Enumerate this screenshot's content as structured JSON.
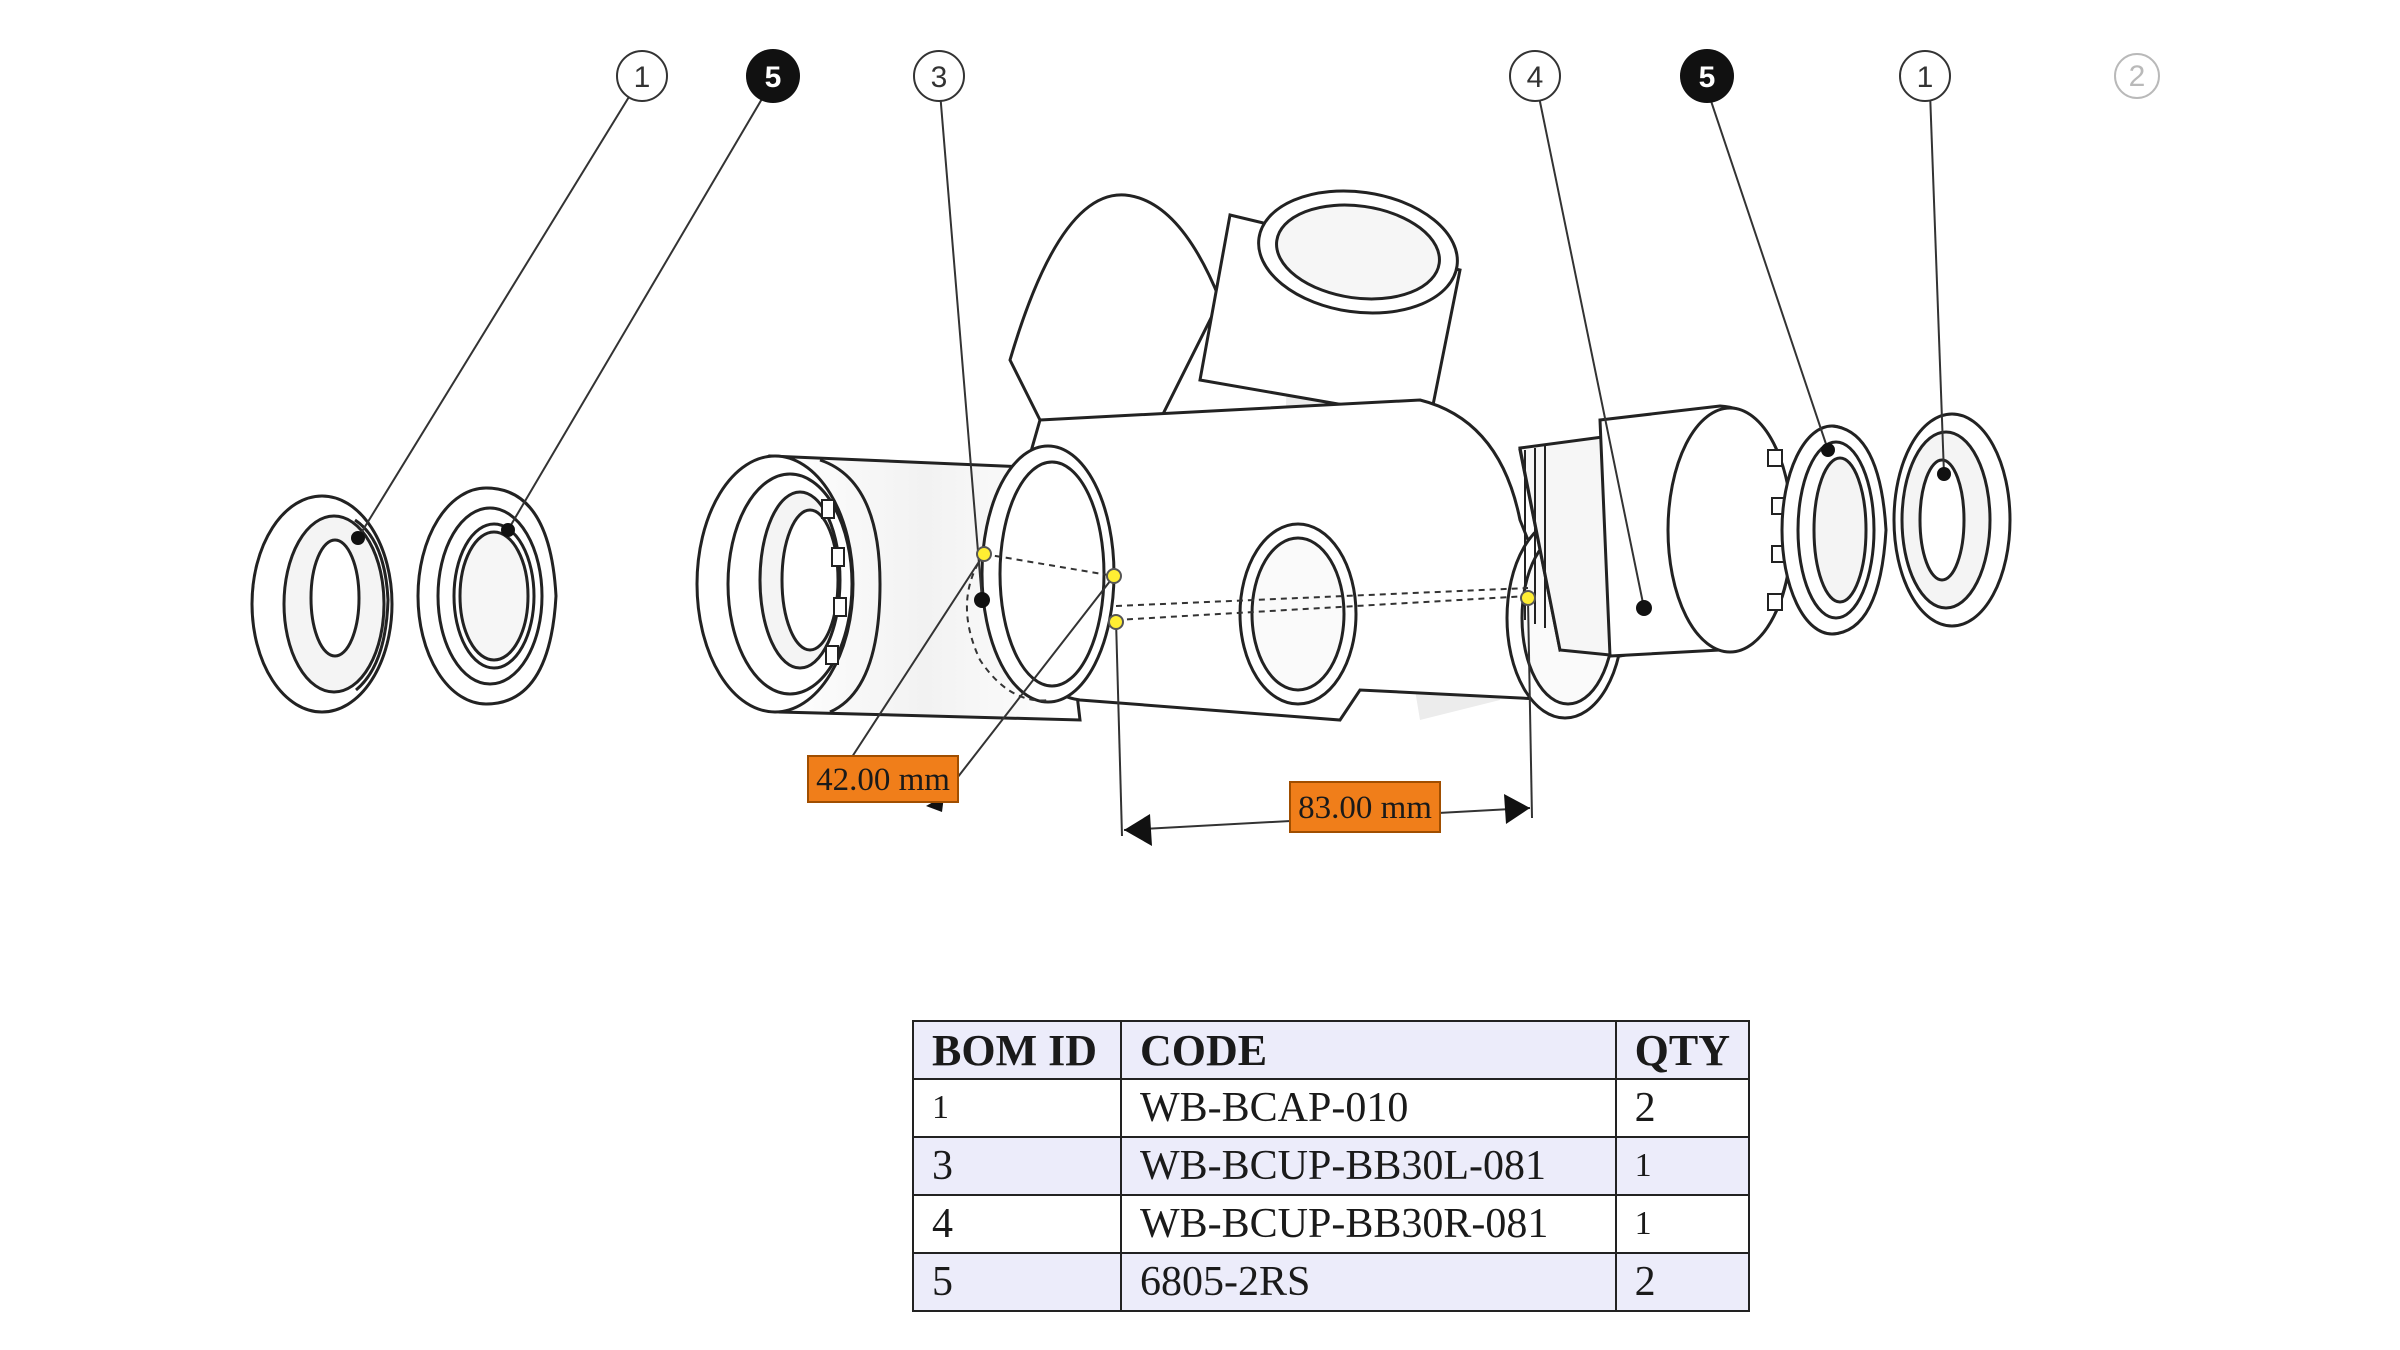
{
  "balloons": [
    {
      "label": "1",
      "style": "outline"
    },
    {
      "label": "5",
      "style": "filled"
    },
    {
      "label": "3",
      "style": "outline"
    },
    {
      "label": "4",
      "style": "outline"
    },
    {
      "label": "5",
      "style": "filled"
    },
    {
      "label": "1",
      "style": "outline"
    },
    {
      "label": "2",
      "style": "outline-faded"
    }
  ],
  "dimensions": [
    {
      "label": "42.00 mm"
    },
    {
      "label": "83.00 mm"
    }
  ],
  "bom": {
    "headers": [
      "BOM ID",
      "CODE",
      "QTY"
    ],
    "rows": [
      {
        "id": "1",
        "code": "WB-BCAP-010",
        "qty": "2"
      },
      {
        "id": "3",
        "code": "WB-BCUP-BB30L-081",
        "qty": "1"
      },
      {
        "id": "4",
        "code": "WB-BCUP-BB30R-081",
        "qty": "1"
      },
      {
        "id": "5",
        "code": "6805-2RS",
        "qty": "2"
      }
    ]
  },
  "colors": {
    "dimension_label_bg": "#f07e1a",
    "measure_point": "#ffee33",
    "row_alt": "#ececfa",
    "line": "#222222"
  }
}
